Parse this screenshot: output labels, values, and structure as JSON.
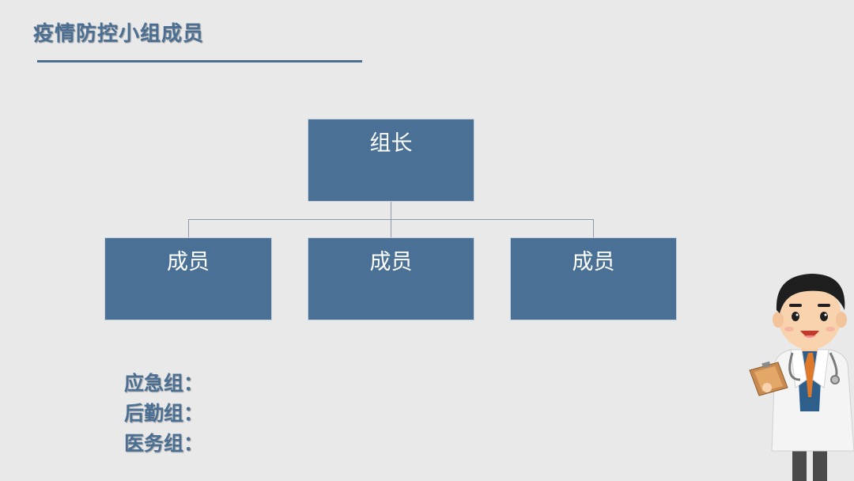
{
  "slide": {
    "title": "疫情防控小组成员"
  },
  "org_chart": {
    "leader": "组长",
    "members": [
      "成员",
      "成员",
      "成员"
    ]
  },
  "groups": [
    "应急组：",
    "后勤组：",
    "医务组："
  ],
  "colors": {
    "accent": "#4a6f93",
    "box_fill": "#4a7195",
    "background": "#e9e9ea"
  },
  "icons": {
    "illustration": "doctor-illustration"
  }
}
